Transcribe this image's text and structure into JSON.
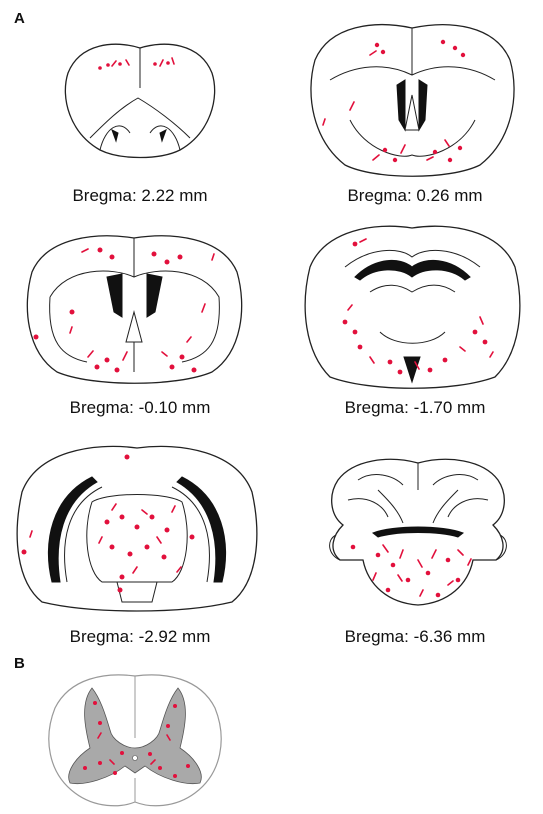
{
  "panels": {
    "a_label": "A",
    "b_label": "B"
  },
  "sections": [
    {
      "caption": "Bregma: 2.22 mm"
    },
    {
      "caption": "Bregma: 0.26 mm"
    },
    {
      "caption": "Bregma: -0.10 mm"
    },
    {
      "caption": "Bregma: -1.70 mm"
    },
    {
      "caption": "Bregma: -2.92 mm"
    },
    {
      "caption": "Bregma: -6.36 mm"
    }
  ],
  "colors": {
    "label_marker": "#e2103c",
    "outline": "#222222",
    "gray_matter": "#a9a9a9"
  }
}
